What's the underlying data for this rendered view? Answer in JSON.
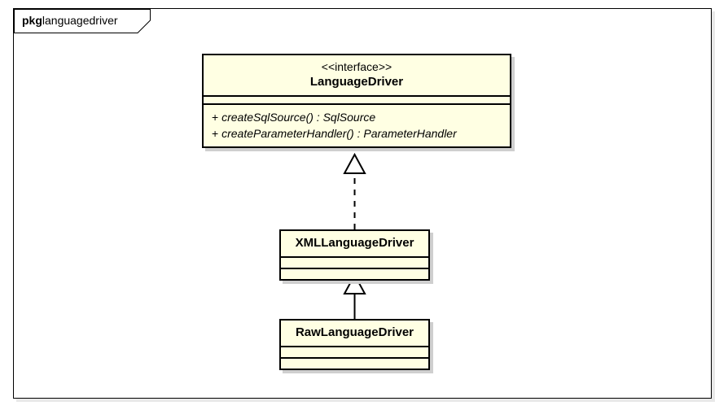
{
  "diagram": {
    "kind": "uml-class-diagram",
    "package": {
      "keyword": "pkg",
      "name": "languagedriver"
    },
    "colors": {
      "class_fill": "#ffffe3",
      "class_border": "#000000",
      "shadow": "#cfcfcf",
      "frame_border": "#000000",
      "canvas": "#ffffff"
    },
    "classes": [
      {
        "id": "language-driver",
        "stereotype": "<<interface>>",
        "name": "LanguageDriver",
        "attributes": [],
        "operations": [
          {
            "visibility": "+",
            "signature": "createSqlSource() : SqlSource"
          },
          {
            "visibility": "+",
            "signature": "createParameterHandler() : ParameterHandler"
          }
        ]
      },
      {
        "id": "xml-language-driver",
        "stereotype": "",
        "name": "XMLLanguageDriver",
        "attributes": [],
        "operations": []
      },
      {
        "id": "raw-language-driver",
        "stereotype": "",
        "name": "RawLanguageDriver",
        "attributes": [],
        "operations": []
      }
    ],
    "relationships": [
      {
        "id": "realization-xml-implements-languagedriver",
        "type": "realization",
        "line": "dashed",
        "arrow": "hollow-triangle",
        "from": "XMLLanguageDriver",
        "to": "LanguageDriver"
      },
      {
        "id": "generalization-raw-extends-xml",
        "type": "generalization",
        "line": "solid",
        "arrow": "hollow-triangle",
        "from": "RawLanguageDriver",
        "to": "XMLLanguageDriver"
      }
    ]
  }
}
